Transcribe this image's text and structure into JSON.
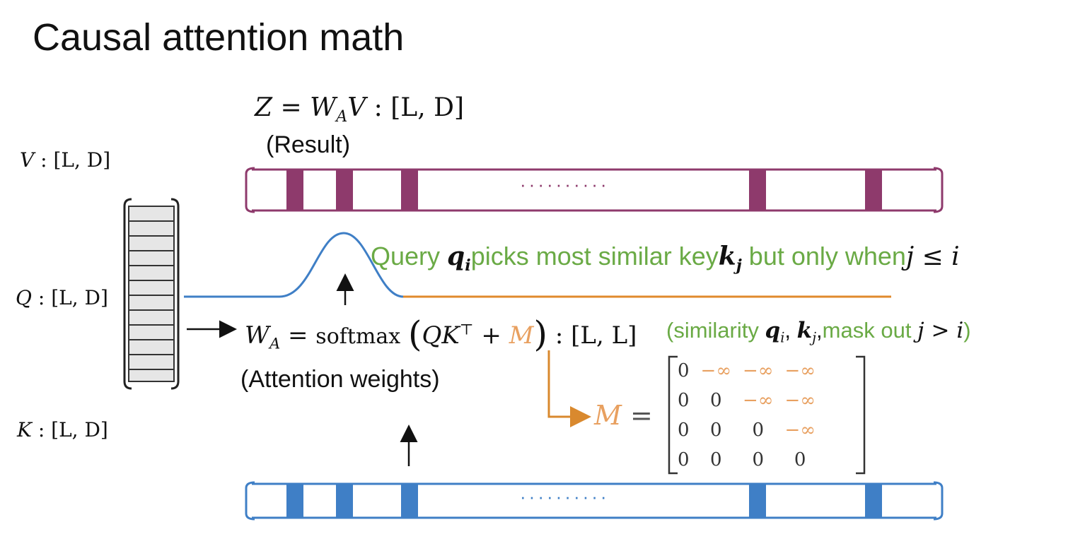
{
  "slide": {
    "title": "Causal attention math"
  },
  "labels": {
    "v_dims": {
      "var": "V",
      "shape": "[L, D]"
    },
    "q_dims": {
      "var": "Q",
      "shape": "[L, D]"
    },
    "k_dims": {
      "var": "K",
      "shape": "[L, D]"
    }
  },
  "result": {
    "eq_lhs": "Z",
    "eq_w": "W",
    "eq_w_sub": "A",
    "eq_v": "V",
    "eq_shape": "[L, D]",
    "caption": "(Result)"
  },
  "weights": {
    "w": "W",
    "w_sub": "A",
    "softmax": "softmax",
    "qk": "QK",
    "transpose": "⊤",
    "mask": "M",
    "shape": "[L, L]",
    "caption": "(Attention weights)",
    "annotation": {
      "open": "(similarity ",
      "q": "q",
      "q_sub": "i",
      "k": "k",
      "k_sub": "j",
      "mid": "mask out ",
      "cond": "j > i",
      "close": ")"
    }
  },
  "query_note": {
    "prefix": "Query ",
    "q": "q",
    "q_sub": "i",
    "middle": "picks most similar key",
    "k": "k",
    "k_sub": "j",
    "suffix": " but only when",
    "cond": "j ≤ i"
  },
  "mask_matrix": {
    "name": "M",
    "rows": [
      [
        "0",
        "−∞",
        "−∞",
        "−∞"
      ],
      [
        "0",
        "0",
        "−∞",
        "−∞"
      ],
      [
        "0",
        "0",
        "0",
        "−∞"
      ],
      [
        "0",
        "0",
        "0",
        "0"
      ]
    ]
  },
  "vectors": {
    "value_dots": "··········",
    "key_dots": "··········"
  },
  "colors": {
    "value_bar": "#8e3a6c",
    "key_bar": "#3f7fc6",
    "annotation_green": "#6aaa45",
    "mask_orange": "#e8a060",
    "arrow_orange": "#d9892e",
    "curve_blue": "#3f7fc6",
    "line_orange": "#e08a2c"
  }
}
